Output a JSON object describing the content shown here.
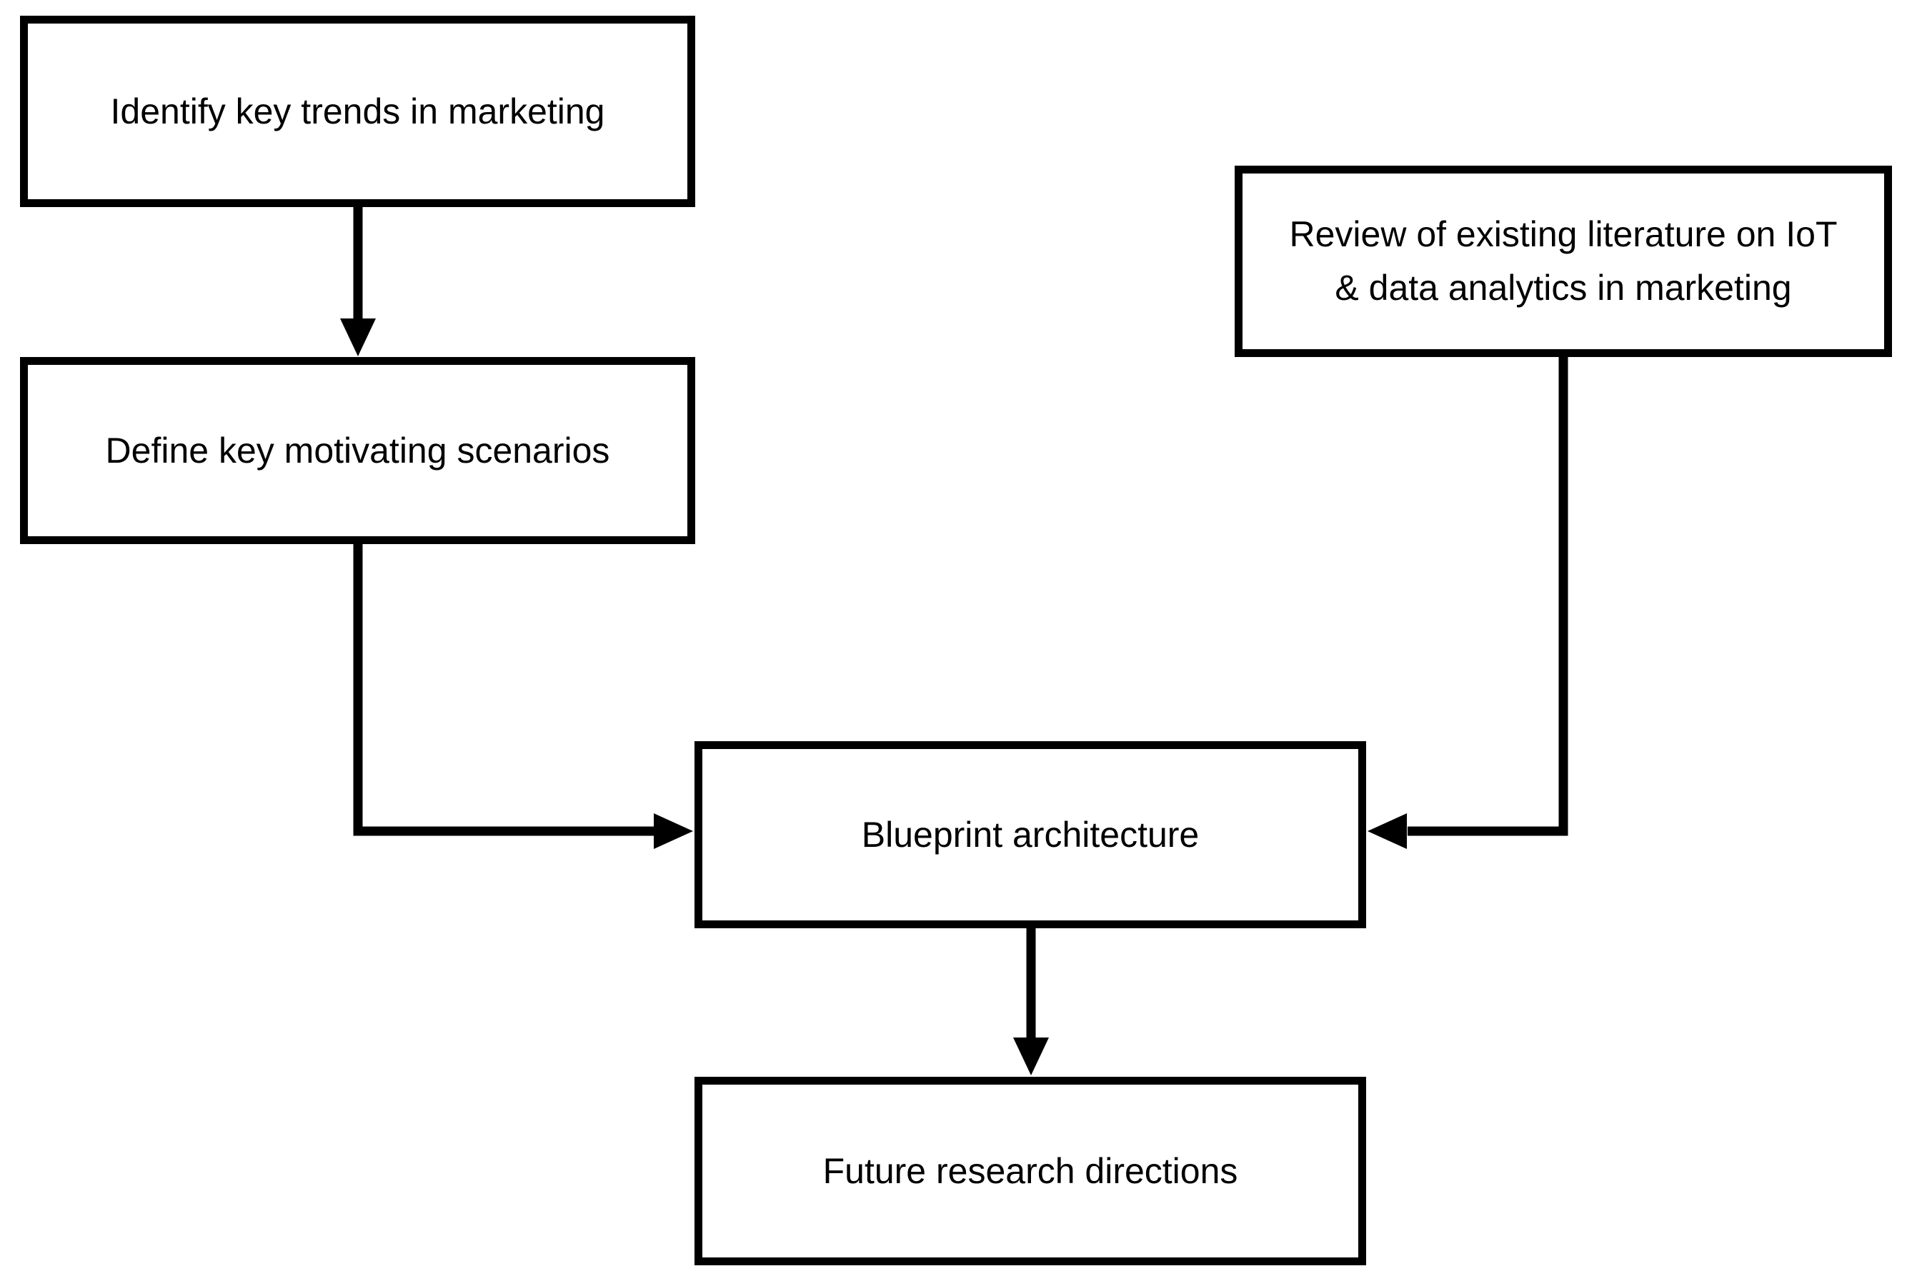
{
  "diagram": {
    "type": "flowchart",
    "colors": {
      "background": "#ffffff",
      "box_border": "#000000",
      "box_fill": "#ffffff",
      "text": "#000000",
      "arrow": "#000000"
    },
    "nodes": {
      "identify": {
        "label": "Identify key trends in marketing"
      },
      "define": {
        "label": "Define key motivating scenarios"
      },
      "review": {
        "label": "Review of existing literature on IoT & data analytics in marketing",
        "lines": [
          "Review of existing literature on IoT",
          "& data analytics in marketing"
        ]
      },
      "blueprint": {
        "label": "Blueprint architecture"
      },
      "future": {
        "label": "Future research directions"
      }
    },
    "edges": [
      {
        "from": "Identify key trends in marketing",
        "to": "Define key motivating scenarios",
        "style": "straight-down-arrow"
      },
      {
        "from": "Define key motivating scenarios",
        "to": "Blueprint architecture",
        "style": "elbow-down-right-arrow"
      },
      {
        "from": "Review of existing literature on IoT & data analytics in marketing",
        "to": "Blueprint architecture",
        "style": "elbow-down-left-arrow"
      },
      {
        "from": "Blueprint architecture",
        "to": "Future research directions",
        "style": "straight-down-arrow"
      }
    ]
  }
}
